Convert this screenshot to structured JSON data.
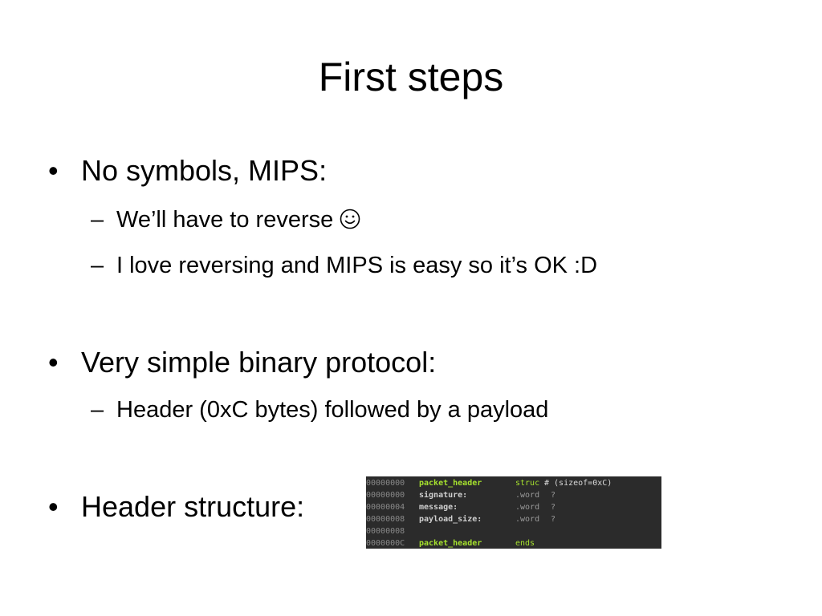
{
  "slide": {
    "title": "First steps",
    "bullets": [
      {
        "text": "No symbols, MIPS:",
        "subs": [
          "We’ll have to reverse",
          "I love reversing and MIPS is easy so it’s OK :D"
        ]
      },
      {
        "text": "Very simple binary protocol:",
        "subs": [
          "Header (0xC bytes) followed by a payload"
        ]
      },
      {
        "text": "Header structure:",
        "subs": []
      }
    ],
    "bullet_glyph": "•",
    "dash_glyph": "–",
    "smiley_icon": "smiley-face-icon"
  },
  "code": {
    "lines": [
      {
        "addr": "00000000",
        "name": "packet_header",
        "type": "struc",
        "extra": "# (sizeof=0xC)"
      },
      {
        "addr": "00000000",
        "name": "signature:",
        "type": ".word",
        "extra": "?"
      },
      {
        "addr": "00000004",
        "name": "message:",
        "type": ".word",
        "extra": "?"
      },
      {
        "addr": "00000008",
        "name": "payload_size:",
        "type": ".word",
        "extra": "?"
      },
      {
        "addr": "00000008",
        "name": "",
        "type": "",
        "extra": ""
      },
      {
        "addr": "0000000C",
        "name": "packet_header",
        "type": "ends",
        "extra": ""
      }
    ],
    "colors": {
      "background": "#2b2b2b",
      "highlight": "#a6e22e",
      "address": "#8a8a8a"
    }
  }
}
